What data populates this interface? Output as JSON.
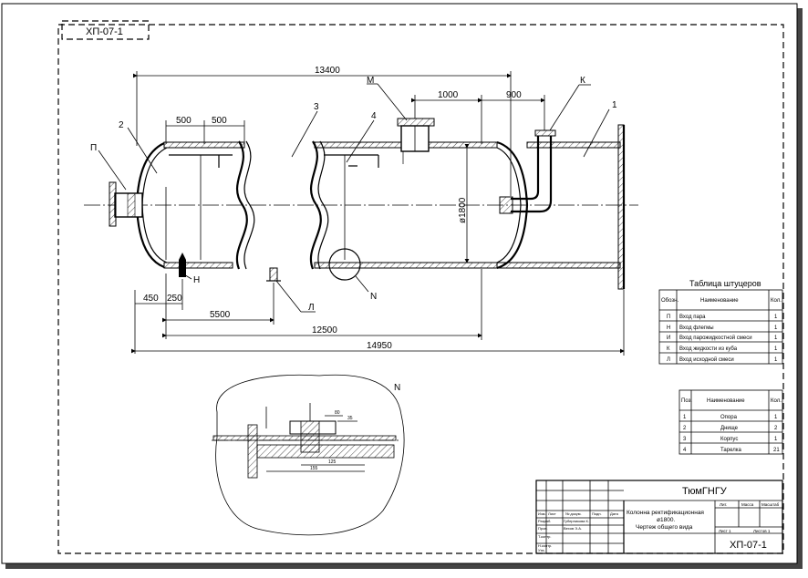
{
  "stamp": "ХП-07-1",
  "dimensions": {
    "overall_top": "13400",
    "d500_a": "500",
    "d500_b": "500",
    "d1000": "1000",
    "d900": "900",
    "diameter": "ø1800",
    "d450": "450",
    "d250": "250",
    "d5500": "5500",
    "d12500": "12500",
    "d14950": "14950"
  },
  "callouts": {
    "p": "П",
    "n_nozzle": "Н",
    "m": "М",
    "k": "К",
    "l": "Л",
    "detail": "N",
    "pos1": "1",
    "pos2": "2",
    "pos3": "3",
    "pos4": "4"
  },
  "detail": {
    "label": "N",
    "dim_b": "80",
    "dim_c": "35",
    "dim_d": "125",
    "dim_e": "155"
  },
  "nozzle_table": {
    "title": "Таблица штуцеров",
    "headers": [
      "Обозн.",
      "Наименование",
      "Кол."
    ],
    "rows": [
      [
        "П",
        "Вход пара",
        "1"
      ],
      [
        "Н",
        "Вход флегмы",
        "1"
      ],
      [
        "И",
        "Вход парожидкостной смеси",
        "1"
      ],
      [
        "К",
        "Вход жидкости из куба",
        "1"
      ],
      [
        "Л",
        "Вход исходной смеси",
        "1"
      ]
    ]
  },
  "parts_table": {
    "headers": [
      "Поз.",
      "Наименование",
      "Кол."
    ],
    "rows": [
      [
        "1",
        "Опора",
        "1"
      ],
      [
        "2",
        "Днище",
        "2"
      ],
      [
        "3",
        "Корпус",
        "1"
      ],
      [
        "4",
        "Тарелка",
        "21"
      ]
    ]
  },
  "title_block": {
    "org": "ТюмГНГУ",
    "title_line1": "Колонна ректификационная",
    "title_line2": "ø1800.",
    "title_line3": "Чертеж общего вида",
    "code": "ХП-07-1",
    "h_lit": "Лит.",
    "h_mass": "Масса",
    "h_scale": "Масштаб",
    "sheet": "Лист 1",
    "sheets": "Листов 1",
    "roles": [
      "Изм.",
      "Разраб.",
      "Пров.",
      "Т.контр.",
      "Н.контр.",
      "Утв."
    ],
    "col_heads": [
      "Лист",
      "№ докум.",
      "Подп.",
      "Дата"
    ],
    "names": [
      "Губерникова К.",
      "Вехов Э.А."
    ]
  }
}
